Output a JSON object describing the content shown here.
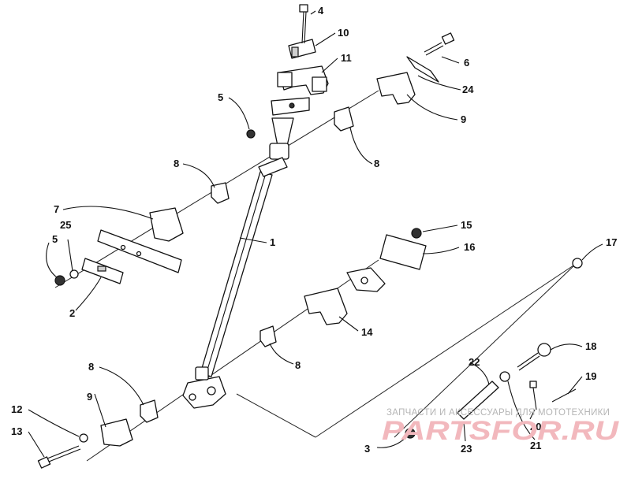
{
  "callouts": {
    "c1": "1",
    "c2": "2",
    "c3": "3",
    "c4": "4",
    "c5a": "5",
    "c5b": "5",
    "c6": "6",
    "c7": "7",
    "c8a": "8",
    "c8b": "8",
    "c8c": "8",
    "c8d": "8",
    "c9a": "9",
    "c9b": "9",
    "c10": "10",
    "c11": "11",
    "c12": "12",
    "c13": "13",
    "c14": "14",
    "c15": "15",
    "c16": "16",
    "c17": "17",
    "c18": "18",
    "c19": "19",
    "c20": "20",
    "c21": "21",
    "c22": "22",
    "c23": "23",
    "c24": "24",
    "c25": "25"
  },
  "watermark": {
    "caption": "ЗАПЧАСТИ И АКСЕССУАРЫ ДЛЯ МОТОТЕХНИКИ",
    "logo": "PARTSFOR.RU"
  },
  "colors": {
    "ink": "#111111",
    "watermark_caption": "#b5b5b5",
    "watermark_logo": "#f2b8bd"
  }
}
